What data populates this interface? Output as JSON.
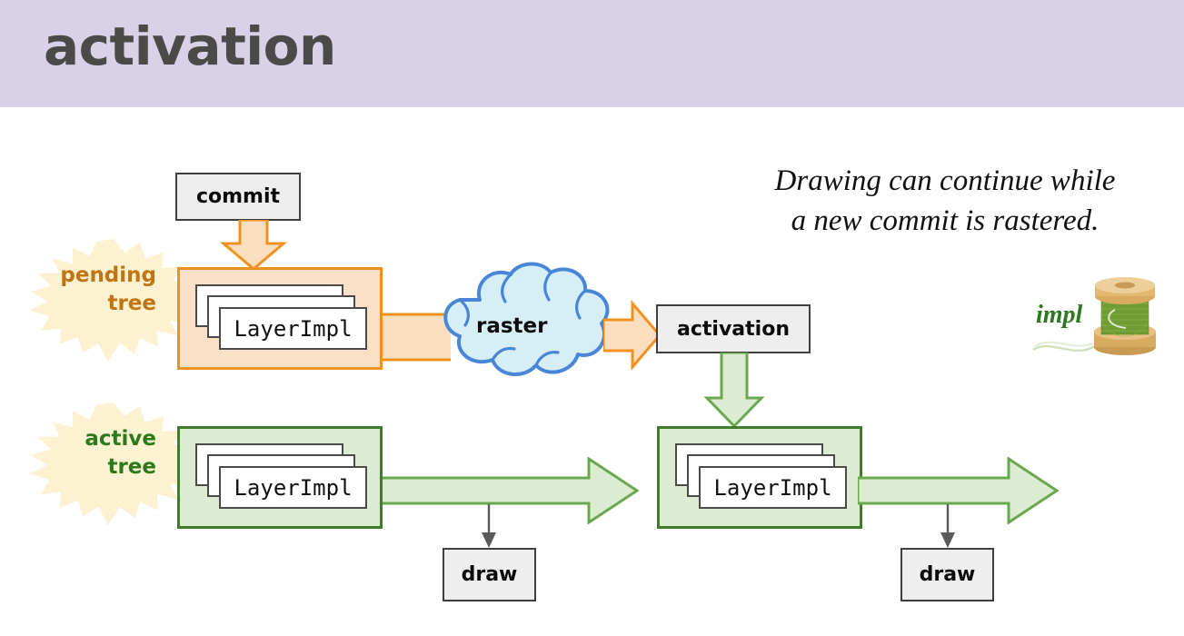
{
  "slide": {
    "title": "activation",
    "header_color": "#d9d1e8",
    "background_color": "#ffffff"
  },
  "caption": {
    "text": "Drawing can continue while\na new commit is rastered."
  },
  "nodes": {
    "commit": {
      "label": "commit"
    },
    "raster": {
      "label": "raster"
    },
    "activation": {
      "label": "activation"
    },
    "draw_left": {
      "label": "draw"
    },
    "draw_right": {
      "label": "draw"
    }
  },
  "trees": [
    {
      "name": "pending-tree",
      "burst_label": "pending\ntree",
      "burst_label_color": "#c2740f",
      "fill": "#fbe0c8",
      "border": "#ed9020",
      "layers": [
        "LayerImpl",
        "LayerImpl",
        "LayerImpl"
      ],
      "front_label": "LayerImpl"
    },
    {
      "name": "active-tree-left",
      "burst_label": "active\ntree",
      "burst_label_color": "#2d7a1e",
      "fill": "#dcebd2",
      "border": "#3f7d2c",
      "layers": [
        "LayerImpl",
        "LayerImpl",
        "LayerImpl"
      ],
      "front_label": "LayerImpl"
    },
    {
      "name": "active-tree-right",
      "burst_label": "",
      "burst_label_color": "#2d7a1e",
      "fill": "#dcebd2",
      "border": "#3f7d2c",
      "layers": [
        "LayerImpl",
        "LayerImpl",
        "LayerImpl"
      ],
      "front_label": "LayerImpl"
    }
  ],
  "legend": {
    "thread_label": "impl",
    "thread_color": "#2d7a1e"
  },
  "colors": {
    "orange_arrow_fill": "#fbddc0",
    "orange_arrow_stroke": "#f0921e",
    "green_arrow_fill": "#dcebd2",
    "green_arrow_stroke": "#6aa84f",
    "cloud_fill": "#d6eef5",
    "cloud_stroke": "#4a86d8",
    "thin_arrow": "#5a5a5a",
    "burst_fill": "#fcf1d0"
  }
}
